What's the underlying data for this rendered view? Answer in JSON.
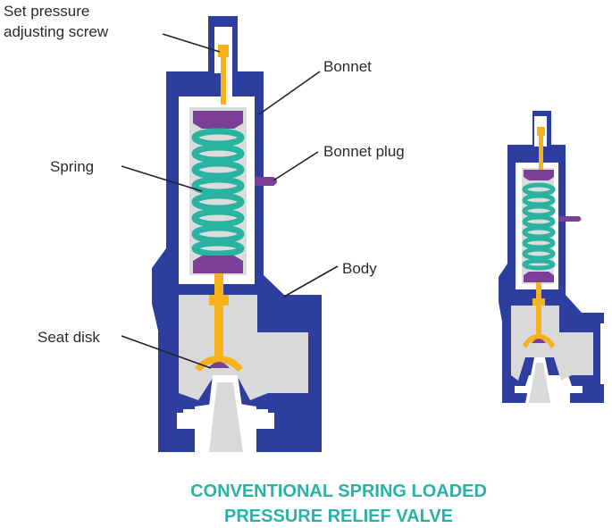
{
  "labels": {
    "set_pressure_line1": "Set pressure",
    "set_pressure_line2": "adjusting screw",
    "bonnet": "Bonnet",
    "bonnet_plug": "Bonnet plug",
    "spring": "Spring",
    "body": "Body",
    "seat_disk": "Seat disk"
  },
  "caption": {
    "line1": "CONVENTIONAL SPRING LOADED",
    "line2": "PRESSURE RELIEF VALVE"
  },
  "colors": {
    "body_blue": "#2d3e9e",
    "fluid_gray": "#d9d9d9",
    "stem_yellow": "#f5b21a",
    "plate_purple": "#7b3f98",
    "spring_teal": "#2bb3a2",
    "caption_teal": "#29b3a8",
    "leader_black": "#222222"
  },
  "icons": {
    "large_valve": "spring-loaded-pressure-relief-valve-closed",
    "small_valve": "spring-loaded-pressure-relief-valve-open"
  }
}
